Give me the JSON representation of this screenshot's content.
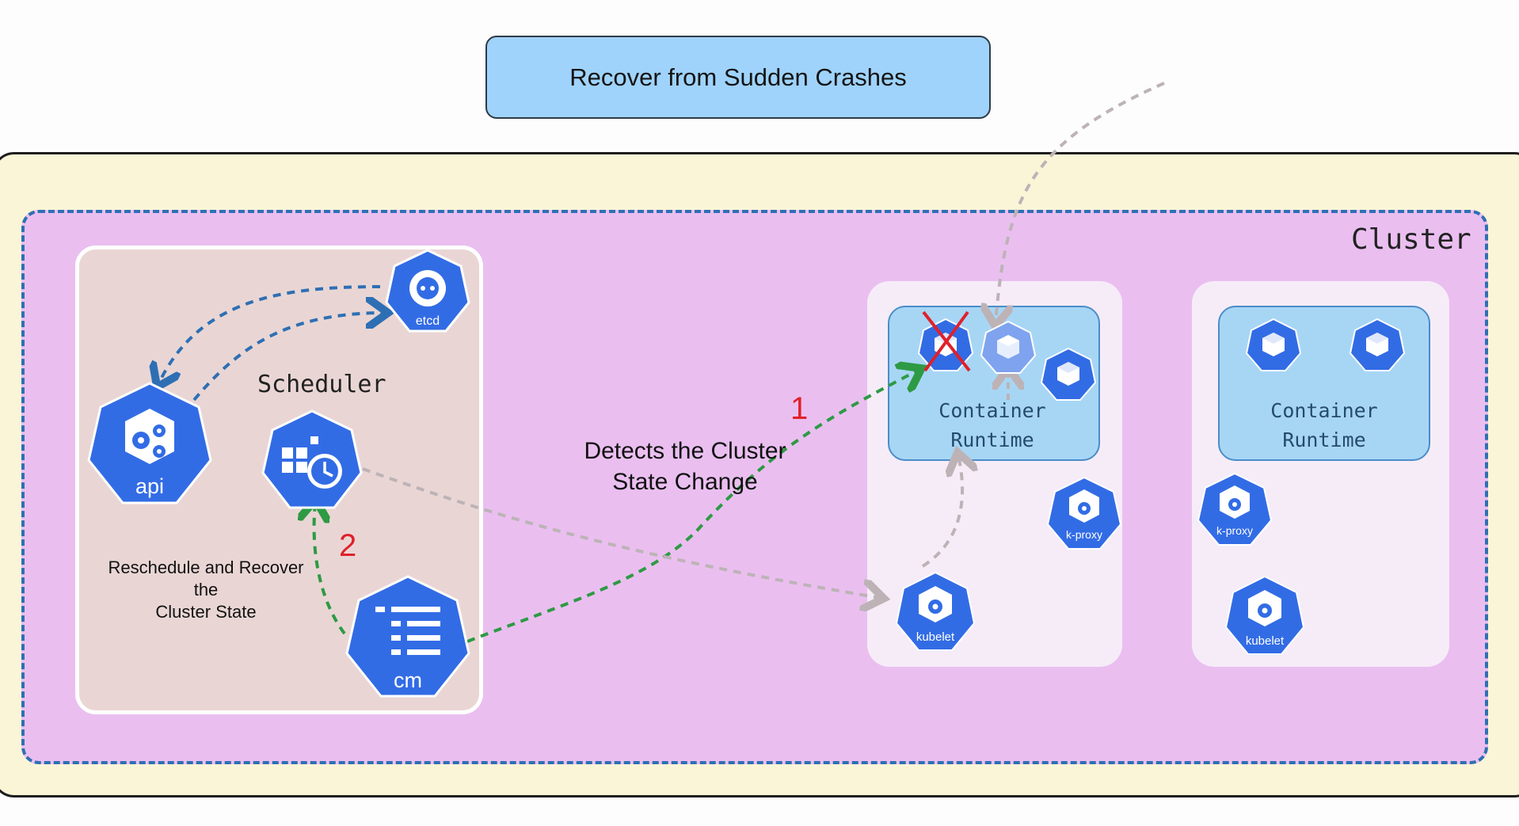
{
  "title": "Recover from Sudden Crashes",
  "cluster_label": "Cluster",
  "control_plane": {
    "etcd_label": "etcd",
    "api_label": "api",
    "scheduler_label": "Scheduler",
    "cm_label": "cm",
    "recover_note_line1": "Reschedule and Recover",
    "recover_note_line2": "the",
    "recover_note_line3": "Cluster State"
  },
  "annotations": {
    "detect_line1": "Detects the Cluster",
    "detect_line2": "State Change",
    "step1": "1",
    "step2": "2"
  },
  "node1": {
    "runtime_line1": "Container",
    "runtime_line2": "Runtime",
    "kproxy_label": "k-proxy",
    "kubelet_label": "kubelet"
  },
  "node2": {
    "runtime_line1": "Container",
    "runtime_line2": "Runtime",
    "kproxy_label": "k-proxy",
    "kubelet_label": "kubelet"
  },
  "colors": {
    "k8s_blue": "#326ce5",
    "dashed_blue": "#2e6fb4",
    "dashed_green": "#2e9a44",
    "dashed_grey": "#bdb3b6",
    "crash_red": "#e0202a"
  },
  "icons": [
    "etcd-icon",
    "api-server-icon",
    "scheduler-icon",
    "controller-manager-icon",
    "pod-icon",
    "kube-proxy-icon",
    "kubelet-icon",
    "crash-x-icon"
  ]
}
